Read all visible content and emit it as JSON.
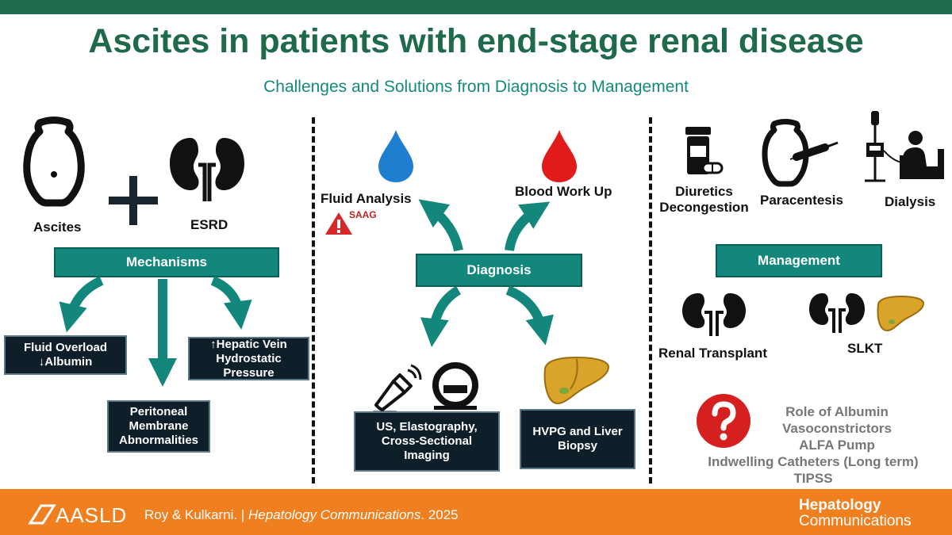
{
  "header": {
    "title": "Ascites in patients with end-stage renal disease",
    "subtitle": "Challenges and Solutions from Diagnosis to Management"
  },
  "left": {
    "ascites_label": "Ascites",
    "esrd_label": "ESRD",
    "mechanisms_label": "Mechanisms",
    "fluid_overload": [
      "Fluid Overload",
      "↓Albumin"
    ],
    "peritoneal": [
      "Peritoneal",
      "Membrane",
      "Abnormalities"
    ],
    "hepatic_vein": [
      "↑Hepatic Vein",
      "Hydrostatic",
      "Pressure"
    ]
  },
  "middle": {
    "fluid_analysis": "Fluid Analysis",
    "saag": "SAAG",
    "blood_work": "Blood Work Up",
    "diagnosis_label": "Diagnosis",
    "imaging": [
      "US, Elastography,",
      "Cross-Sectional",
      "Imaging"
    ],
    "hvpg": [
      "HVPG and Liver",
      "Biopsy"
    ]
  },
  "right": {
    "diuretics": [
      "Diuretics",
      "Decongestion"
    ],
    "paracentesis": "Paracentesis",
    "dialysis": "Dialysis",
    "management_label": "Management",
    "renal_transplant": "Renal Transplant",
    "slkt": "SLKT",
    "questions": [
      "Role of Albumin",
      "Vasoconstrictors",
      "ALFA Pump",
      "Indwelling Catheters (Long term)",
      "TIPSS"
    ]
  },
  "footer": {
    "logo": "AASLD",
    "citation_authors": "Roy & Kulkarni. |",
    "citation_journal": "Hepatology Communications",
    "citation_year": ". 2025",
    "journal_line1": "Hepatology",
    "journal_line2": "Communications"
  },
  "colors": {
    "title": "#1e6a4a",
    "teal": "#13877b",
    "dark_box": "#0f1f2a",
    "orange": "#f07f1f",
    "blue_drop": "#1e7fd0",
    "red_drop": "#e11a1a",
    "warning": "#d62828"
  }
}
